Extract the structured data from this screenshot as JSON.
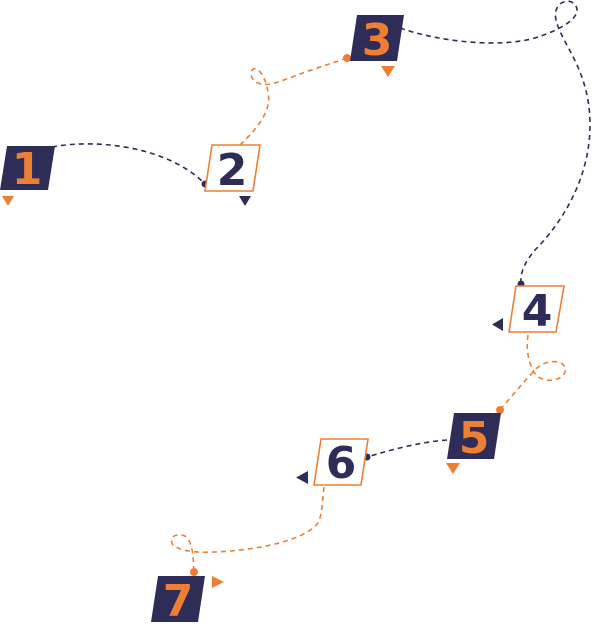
{
  "colors": {
    "navy": "#2e2d58",
    "orange": "#ef7e35",
    "white": "#ffffff"
  },
  "steps": [
    {
      "label": "1",
      "style": "filled-navy",
      "text_color": "orange"
    },
    {
      "label": "2",
      "style": "outline-orange",
      "text_color": "navy"
    },
    {
      "label": "3",
      "style": "filled-navy",
      "text_color": "orange"
    },
    {
      "label": "4",
      "style": "outline-orange",
      "text_color": "navy"
    },
    {
      "label": "5",
      "style": "filled-navy",
      "text_color": "orange"
    },
    {
      "label": "6",
      "style": "outline-orange",
      "text_color": "navy"
    },
    {
      "label": "7",
      "style": "filled-navy",
      "text_color": "orange"
    }
  ]
}
